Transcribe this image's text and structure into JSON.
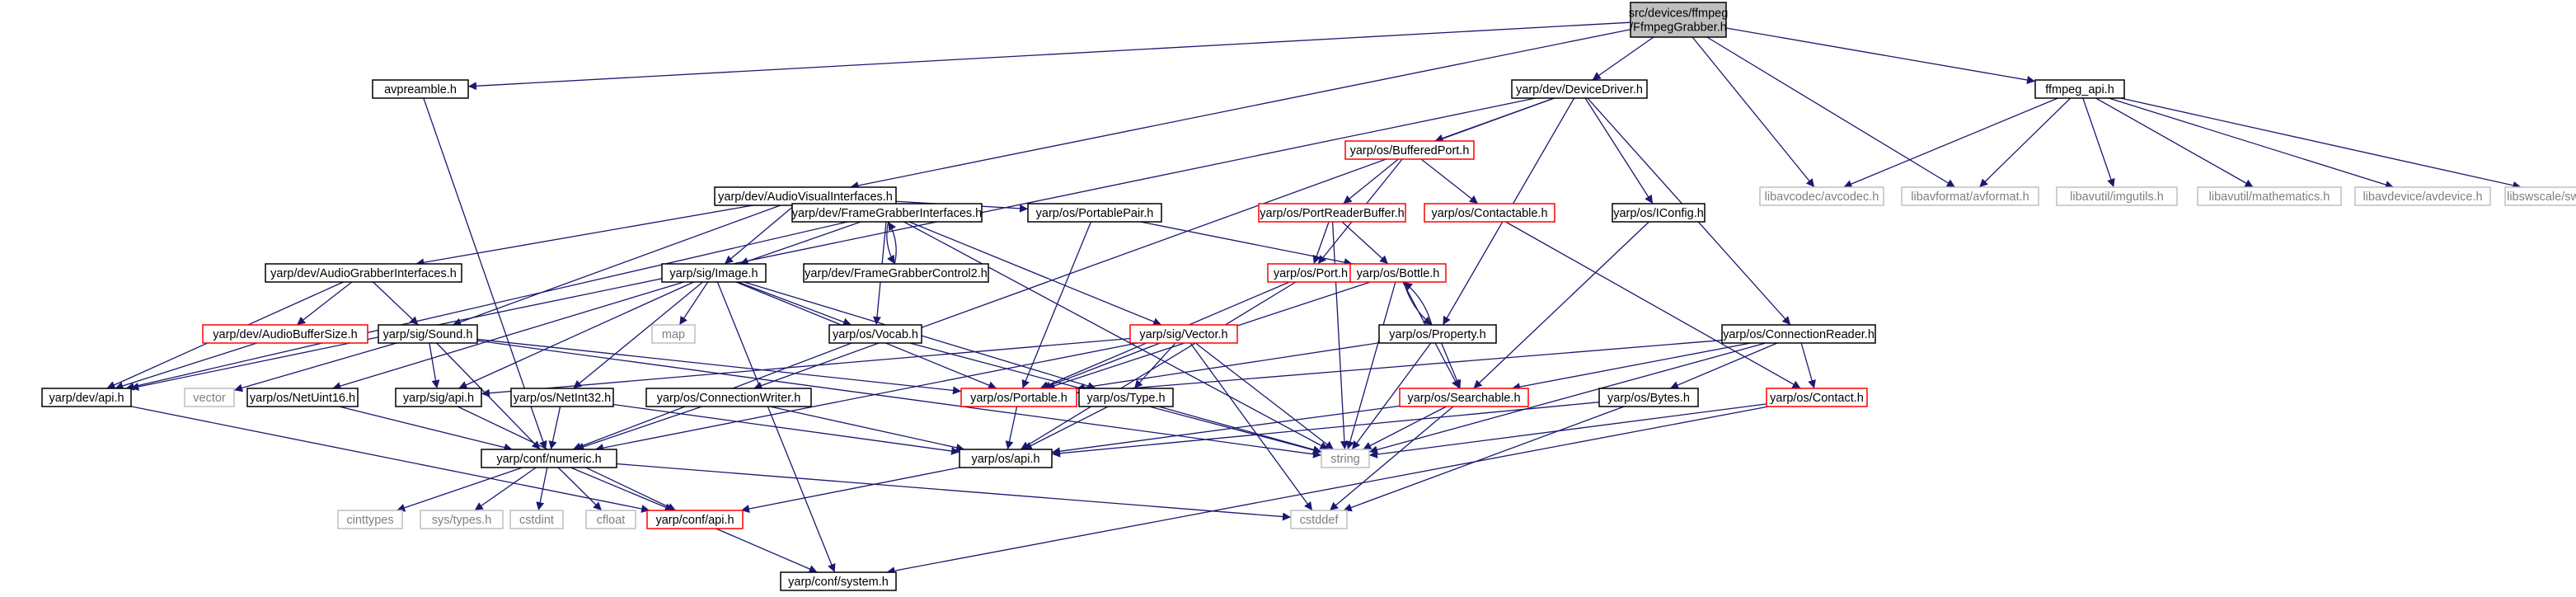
{
  "colors": {
    "edge": "#191970",
    "default_border": "#000000",
    "incomplete_border": "#ff0000",
    "system_border": "#bfbfbf",
    "system_text": "#7f7f7f",
    "root_fill": "#bfbfbf",
    "text": "#000000"
  },
  "nodes": [
    {
      "id": "root",
      "lines": [
        "src/devices/ffmpeg",
        "/FfmpegGrabber.h"
      ],
      "kind": "root"
    },
    {
      "id": "avpreamble",
      "lines": [
        "avpreamble.h"
      ],
      "kind": "default"
    },
    {
      "id": "devicedriver",
      "lines": [
        "yarp/dev/DeviceDriver.h"
      ],
      "kind": "default"
    },
    {
      "id": "ffmpeg_api",
      "lines": [
        "ffmpeg_api.h"
      ],
      "kind": "default"
    },
    {
      "id": "avcodec",
      "lines": [
        "libavcodec/avcodec.h"
      ],
      "kind": "system"
    },
    {
      "id": "avformat",
      "lines": [
        "libavformat/avformat.h"
      ],
      "kind": "system"
    },
    {
      "id": "imgutils",
      "lines": [
        "libavutil/imgutils.h"
      ],
      "kind": "system"
    },
    {
      "id": "mathematics",
      "lines": [
        "libavutil/mathematics.h"
      ],
      "kind": "system"
    },
    {
      "id": "avdevice",
      "lines": [
        "libavdevice/avdevice.h"
      ],
      "kind": "system"
    },
    {
      "id": "swscale",
      "lines": [
        "libswscale/swscale.h"
      ],
      "kind": "system"
    },
    {
      "id": "avinterfaces",
      "lines": [
        "yarp/dev/AudioVisualInterfaces.h"
      ],
      "kind": "default"
    },
    {
      "id": "bufferedport",
      "lines": [
        "yarp/os/BufferedPort.h"
      ],
      "kind": "incomplete"
    },
    {
      "id": "fgif",
      "lines": [
        "yarp/dev/FrameGrabberInterfaces.h"
      ],
      "kind": "default"
    },
    {
      "id": "portablepair",
      "lines": [
        "yarp/os/PortablePair.h"
      ],
      "kind": "default"
    },
    {
      "id": "portreaderbuffer",
      "lines": [
        "yarp/os/PortReaderBuffer.h"
      ],
      "kind": "incomplete"
    },
    {
      "id": "contactable",
      "lines": [
        "yarp/os/Contactable.h"
      ],
      "kind": "incomplete"
    },
    {
      "id": "iconfig",
      "lines": [
        "yarp/os/IConfig.h"
      ],
      "kind": "default"
    },
    {
      "id": "agif",
      "lines": [
        "yarp/dev/AudioGrabberInterfaces.h"
      ],
      "kind": "default"
    },
    {
      "id": "image",
      "lines": [
        "yarp/sig/Image.h"
      ],
      "kind": "default"
    },
    {
      "id": "fgc2",
      "lines": [
        "yarp/dev/FrameGrabberControl2.h"
      ],
      "kind": "default"
    },
    {
      "id": "port",
      "lines": [
        "yarp/os/Port.h"
      ],
      "kind": "incomplete"
    },
    {
      "id": "bottle",
      "lines": [
        "yarp/os/Bottle.h"
      ],
      "kind": "incomplete"
    },
    {
      "id": "abufsize",
      "lines": [
        "yarp/dev/AudioBufferSize.h"
      ],
      "kind": "incomplete"
    },
    {
      "id": "sound",
      "lines": [
        "yarp/sig/Sound.h"
      ],
      "kind": "default"
    },
    {
      "id": "map",
      "lines": [
        "map"
      ],
      "kind": "system"
    },
    {
      "id": "vocab",
      "lines": [
        "yarp/os/Vocab.h"
      ],
      "kind": "default"
    },
    {
      "id": "sigvector",
      "lines": [
        "yarp/sig/Vector.h"
      ],
      "kind": "incomplete"
    },
    {
      "id": "property",
      "lines": [
        "yarp/os/Property.h"
      ],
      "kind": "default"
    },
    {
      "id": "connreader",
      "lines": [
        "yarp/os/ConnectionReader.h"
      ],
      "kind": "default"
    },
    {
      "id": "devapi",
      "lines": [
        "yarp/dev/api.h"
      ],
      "kind": "default"
    },
    {
      "id": "vector",
      "lines": [
        "vector"
      ],
      "kind": "system"
    },
    {
      "id": "netuint16",
      "lines": [
        "yarp/os/NetUint16.h"
      ],
      "kind": "default"
    },
    {
      "id": "sigapi",
      "lines": [
        "yarp/sig/api.h"
      ],
      "kind": "default"
    },
    {
      "id": "netint32",
      "lines": [
        "yarp/os/NetInt32.h"
      ],
      "kind": "default"
    },
    {
      "id": "connwriter",
      "lines": [
        "yarp/os/ConnectionWriter.h"
      ],
      "kind": "default"
    },
    {
      "id": "portable",
      "lines": [
        "yarp/os/Portable.h"
      ],
      "kind": "incomplete"
    },
    {
      "id": "type",
      "lines": [
        "yarp/os/Type.h"
      ],
      "kind": "default"
    },
    {
      "id": "searchable",
      "lines": [
        "yarp/os/Searchable.h"
      ],
      "kind": "incomplete"
    },
    {
      "id": "bytes",
      "lines": [
        "yarp/os/Bytes.h"
      ],
      "kind": "default"
    },
    {
      "id": "contact",
      "lines": [
        "yarp/os/Contact.h"
      ],
      "kind": "incomplete"
    },
    {
      "id": "string",
      "lines": [
        "string"
      ],
      "kind": "system"
    },
    {
      "id": "numeric",
      "lines": [
        "yarp/conf/numeric.h"
      ],
      "kind": "default"
    },
    {
      "id": "osapi",
      "lines": [
        "yarp/os/api.h"
      ],
      "kind": "default"
    },
    {
      "id": "cinttypes",
      "lines": [
        "cinttypes"
      ],
      "kind": "system"
    },
    {
      "id": "systypes",
      "lines": [
        "sys/types.h"
      ],
      "kind": "system"
    },
    {
      "id": "cstdint",
      "lines": [
        "cstdint"
      ],
      "kind": "system"
    },
    {
      "id": "cfloat",
      "lines": [
        "cfloat"
      ],
      "kind": "system"
    },
    {
      "id": "confapi",
      "lines": [
        "yarp/conf/api.h"
      ],
      "kind": "incomplete"
    },
    {
      "id": "cstddef",
      "lines": [
        "cstddef"
      ],
      "kind": "system"
    },
    {
      "id": "system",
      "lines": [
        "yarp/conf/system.h"
      ],
      "kind": "default"
    }
  ],
  "edges": [
    [
      "root",
      "avpreamble"
    ],
    [
      "root",
      "devicedriver"
    ],
    [
      "root",
      "ffmpeg_api"
    ],
    [
      "root",
      "avcodec"
    ],
    [
      "root",
      "avformat"
    ],
    [
      "root",
      "avinterfaces"
    ],
    [
      "ffmpeg_api",
      "avcodec"
    ],
    [
      "ffmpeg_api",
      "avformat"
    ],
    [
      "ffmpeg_api",
      "imgutils"
    ],
    [
      "ffmpeg_api",
      "mathematics"
    ],
    [
      "ffmpeg_api",
      "avdevice"
    ],
    [
      "ffmpeg_api",
      "swscale"
    ],
    [
      "avpreamble",
      "numeric"
    ],
    [
      "devicedriver",
      "devapi"
    ],
    [
      "devicedriver",
      "connwriter"
    ],
    [
      "devicedriver",
      "bufferedport"
    ],
    [
      "devicedriver",
      "property"
    ],
    [
      "devicedriver",
      "iconfig"
    ],
    [
      "devicedriver",
      "connreader"
    ],
    [
      "avinterfaces",
      "fgif"
    ],
    [
      "avinterfaces",
      "agif"
    ],
    [
      "avinterfaces",
      "image"
    ],
    [
      "avinterfaces",
      "sound"
    ],
    [
      "avinterfaces",
      "portablepair"
    ],
    [
      "bufferedport",
      "portreaderbuffer"
    ],
    [
      "bufferedport",
      "contactable"
    ],
    [
      "bufferedport",
      "port"
    ],
    [
      "fgif",
      "fgc2"
    ],
    [
      "fgc2",
      "fgif"
    ],
    [
      "fgif",
      "image"
    ],
    [
      "fgif",
      "vocab"
    ],
    [
      "fgif",
      "sigvector"
    ],
    [
      "fgif",
      "devapi"
    ],
    [
      "fgif",
      "string"
    ],
    [
      "portablepair",
      "portable"
    ],
    [
      "portablepair",
      "bottle"
    ],
    [
      "portreaderbuffer",
      "port"
    ],
    [
      "portreaderbuffer",
      "bottle"
    ],
    [
      "portreaderbuffer",
      "string"
    ],
    [
      "contactable",
      "contact"
    ],
    [
      "iconfig",
      "searchable"
    ],
    [
      "agif",
      "devapi"
    ],
    [
      "agif",
      "abufsize"
    ],
    [
      "agif",
      "sound"
    ],
    [
      "image",
      "map"
    ],
    [
      "image",
      "vocab"
    ],
    [
      "image",
      "portable"
    ],
    [
      "image",
      "type"
    ],
    [
      "image",
      "netuint16"
    ],
    [
      "image",
      "netint32"
    ],
    [
      "image",
      "sigapi"
    ],
    [
      "image",
      "system"
    ],
    [
      "port",
      "portable"
    ],
    [
      "port",
      "osapi"
    ],
    [
      "bottle",
      "property"
    ],
    [
      "property",
      "bottle"
    ],
    [
      "bottle",
      "portable"
    ],
    [
      "bottle",
      "searchable"
    ],
    [
      "bottle",
      "string"
    ],
    [
      "abufsize",
      "devapi"
    ],
    [
      "sound",
      "vector"
    ],
    [
      "sound",
      "portable"
    ],
    [
      "sound",
      "sigapi"
    ],
    [
      "sound",
      "numeric"
    ],
    [
      "sound",
      "string"
    ],
    [
      "vocab",
      "numeric"
    ],
    [
      "vocab",
      "string"
    ],
    [
      "sigvector",
      "portable"
    ],
    [
      "sigvector",
      "sigapi"
    ],
    [
      "sigvector",
      "type"
    ],
    [
      "sigvector",
      "string"
    ],
    [
      "sigvector",
      "cstddef"
    ],
    [
      "sigvector",
      "numeric"
    ],
    [
      "property",
      "searchable"
    ],
    [
      "property",
      "string"
    ],
    [
      "property",
      "portable"
    ],
    [
      "connreader",
      "searchable"
    ],
    [
      "connreader",
      "bytes"
    ],
    [
      "connreader",
      "contact"
    ],
    [
      "connreader",
      "string"
    ],
    [
      "connreader",
      "portable"
    ],
    [
      "devapi",
      "confapi"
    ],
    [
      "netuint16",
      "numeric"
    ],
    [
      "sigapi",
      "confapi"
    ],
    [
      "netint32",
      "numeric"
    ],
    [
      "netint32",
      "osapi"
    ],
    [
      "connwriter",
      "osapi"
    ],
    [
      "connwriter",
      "numeric"
    ],
    [
      "portable",
      "osapi"
    ],
    [
      "type",
      "osapi"
    ],
    [
      "type",
      "string"
    ],
    [
      "searchable",
      "osapi"
    ],
    [
      "searchable",
      "string"
    ],
    [
      "searchable",
      "cstddef"
    ],
    [
      "bytes",
      "osapi"
    ],
    [
      "bytes",
      "cstddef"
    ],
    [
      "contact",
      "system"
    ],
    [
      "contact",
      "string"
    ],
    [
      "numeric",
      "cinttypes"
    ],
    [
      "numeric",
      "systypes"
    ],
    [
      "numeric",
      "cstdint"
    ],
    [
      "numeric",
      "cfloat"
    ],
    [
      "numeric",
      "confapi"
    ],
    [
      "numeric",
      "cstddef"
    ],
    [
      "osapi",
      "confapi"
    ],
    [
      "confapi",
      "system"
    ]
  ]
}
